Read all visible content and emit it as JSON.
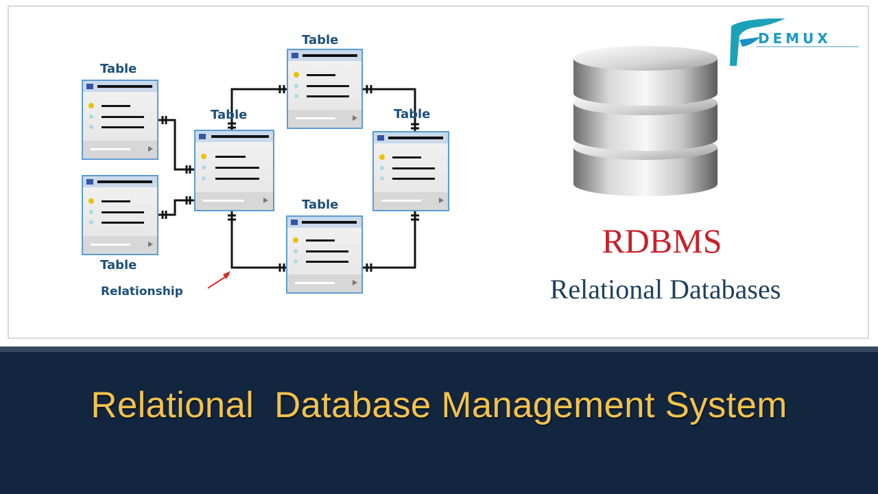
{
  "diagram": {
    "table_label": "Table",
    "relationship_label": "Relationship"
  },
  "hero": {
    "acronym": "RDBMS",
    "subtitle": "Relational Databases"
  },
  "brand": {
    "name": "DEMUX",
    "accent": "#1a9bc4"
  },
  "banner": {
    "title": "Relational  Database Management System",
    "background": "#132640",
    "text_color": "#f2c24d"
  }
}
